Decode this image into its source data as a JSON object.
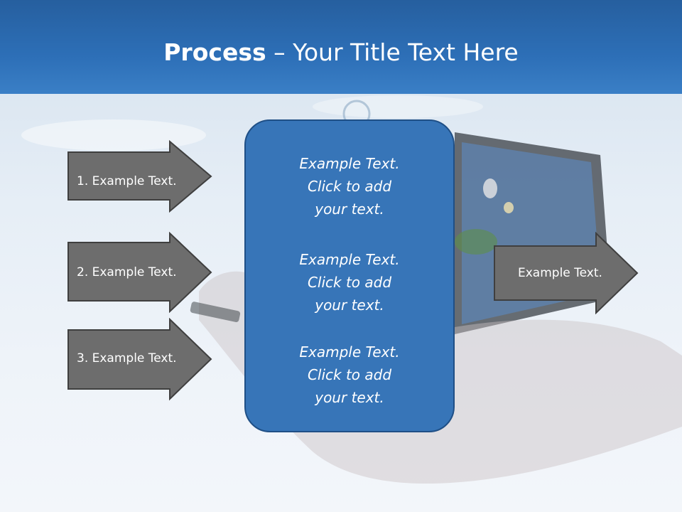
{
  "slide": {
    "title_bold": "Process",
    "title_rest": " – Your Title Text Here"
  },
  "left_arrows": [
    {
      "label": "1. Example Text."
    },
    {
      "label": "2. Example Text."
    },
    {
      "label": "3. Example Text."
    }
  ],
  "center_box": {
    "blocks": [
      {
        "lines": [
          "Example Text.",
          "Click  to add",
          "your text."
        ]
      },
      {
        "lines": [
          "Example Text.",
          "Click  to add",
          "your text."
        ]
      },
      {
        "lines": [
          "Example Text.",
          "Click  to add",
          "your text."
        ]
      }
    ]
  },
  "right_arrow": {
    "label": "Example Text."
  },
  "colors": {
    "header": "#2d6fb7",
    "arrow_fill": "#6d6d6d",
    "center_fill": "#3775b8",
    "text": "#ffffff"
  }
}
